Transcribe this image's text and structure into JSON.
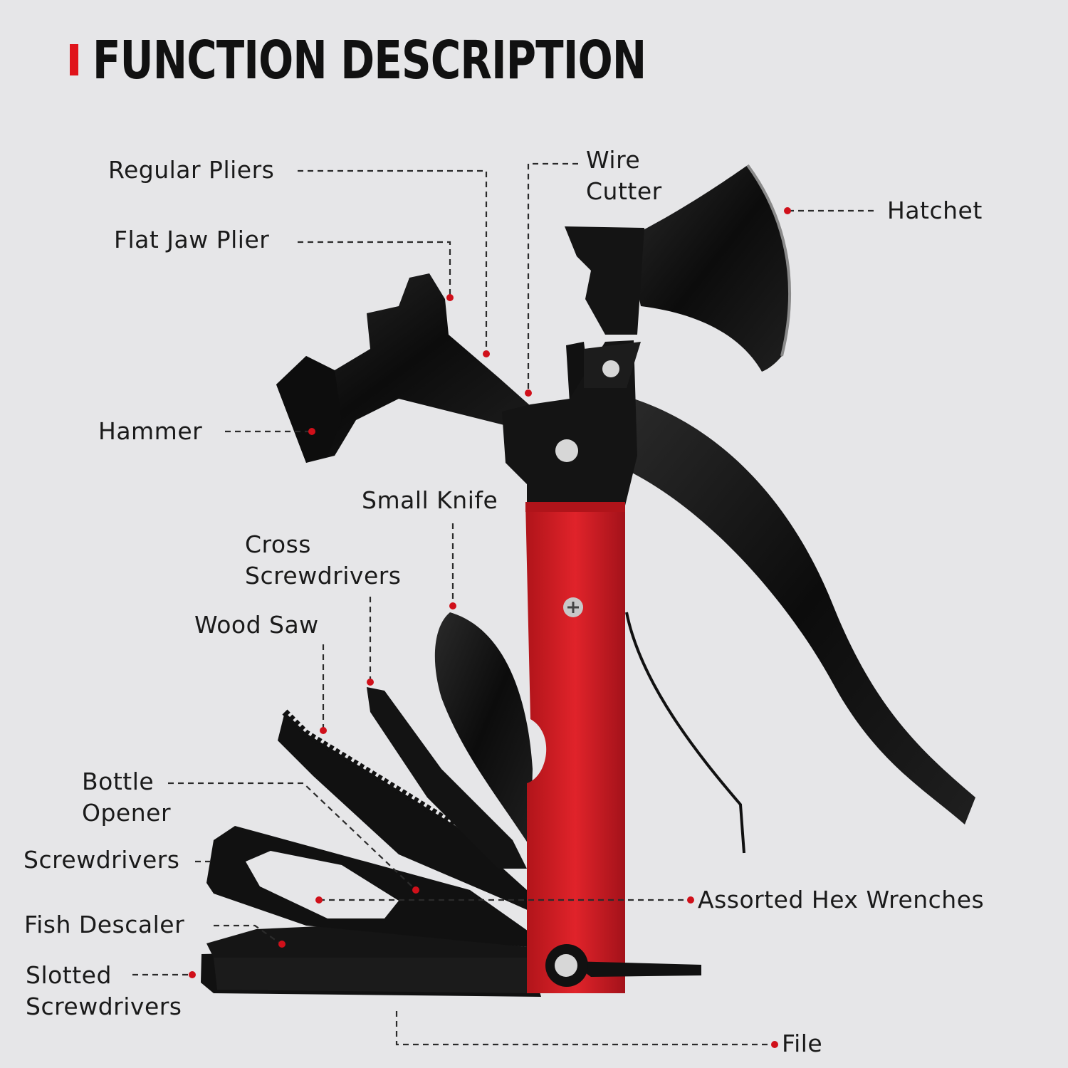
{
  "title": "FUNCTION DESCRIPTION",
  "colors": {
    "accent": "#e0141b",
    "handle": "#d11a20",
    "tool": "#151515",
    "background": "#e6e6e8"
  },
  "labels": {
    "regular_pliers": "Regular Pliers",
    "flat_jaw_plier": "Flat Jaw Plier",
    "wire_cutter_1": "Wire",
    "wire_cutter_2": "Cutter",
    "hatchet": "Hatchet",
    "hammer": "Hammer",
    "small_knife": "Small Knife",
    "cross_screwdrivers_1": "Cross",
    "cross_screwdrivers_2": "Screwdrivers",
    "wood_saw": "Wood Saw",
    "bottle_opener_1": "Bottle",
    "bottle_opener_2": "Opener",
    "screwdrivers": "Screwdrivers",
    "assorted_hex_wrenches": "Assorted Hex Wrenches",
    "fish_descaler": "Fish Descaler",
    "slotted_screwdrivers_1": "Slotted",
    "slotted_screwdrivers_2": "Screwdrivers",
    "file": "File"
  }
}
